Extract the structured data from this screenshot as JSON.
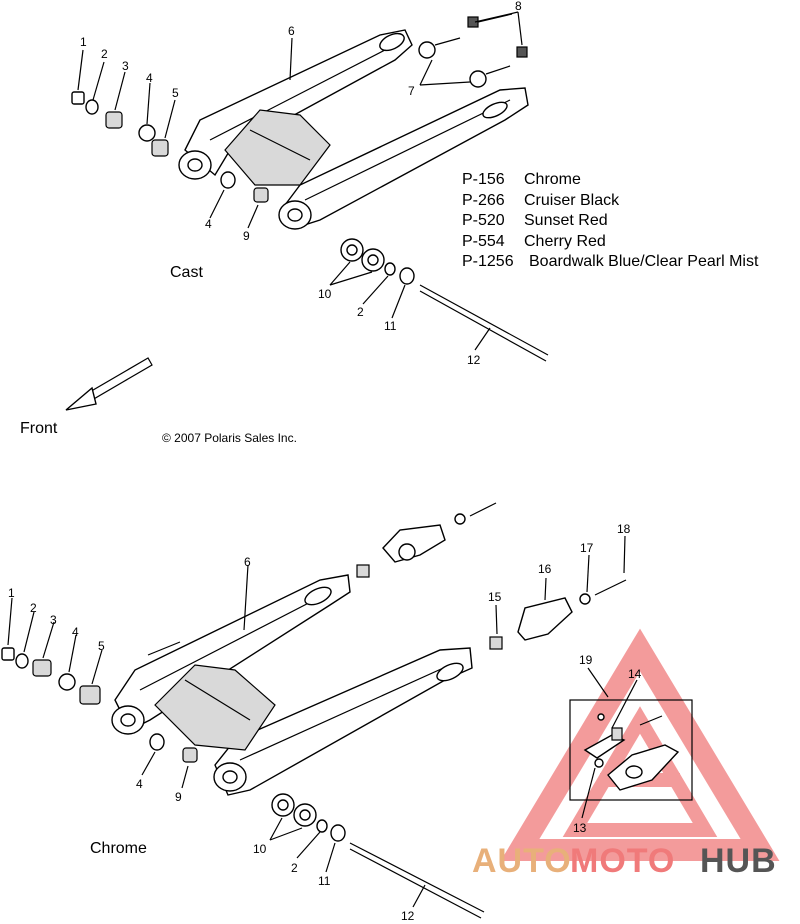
{
  "top_diagram": {
    "variant_label": "Cast",
    "front_label": "Front",
    "copyright": "© 2007 Polaris Sales Inc.",
    "callouts": [
      "1",
      "2",
      "3",
      "4",
      "5",
      "6",
      "7",
      "8",
      "4",
      "9",
      "10",
      "2",
      "11",
      "12"
    ]
  },
  "legend": [
    {
      "code": "P-156",
      "name": "Chrome"
    },
    {
      "code": "P-266",
      "name": "Cruiser Black"
    },
    {
      "code": "P-520",
      "name": "Sunset Red"
    },
    {
      "code": "P-554",
      "name": "Cherry Red"
    },
    {
      "code": "P-1256",
      "name": "Boardwalk Blue/Clear Pearl Mist"
    }
  ],
  "bottom_diagram": {
    "variant_label": "Chrome",
    "callouts": [
      "1",
      "2",
      "3",
      "4",
      "5",
      "6",
      "4",
      "9",
      "10",
      "2",
      "11",
      "12",
      "15",
      "16",
      "17",
      "18",
      "19",
      "14",
      "13"
    ]
  },
  "watermark": {
    "part1": "AUTO",
    "part2": "MOTO",
    "part3": "HUB",
    "color_primary": "#f07a7a",
    "color_secondary": "#e8b07a",
    "color_dark": "#555555"
  }
}
